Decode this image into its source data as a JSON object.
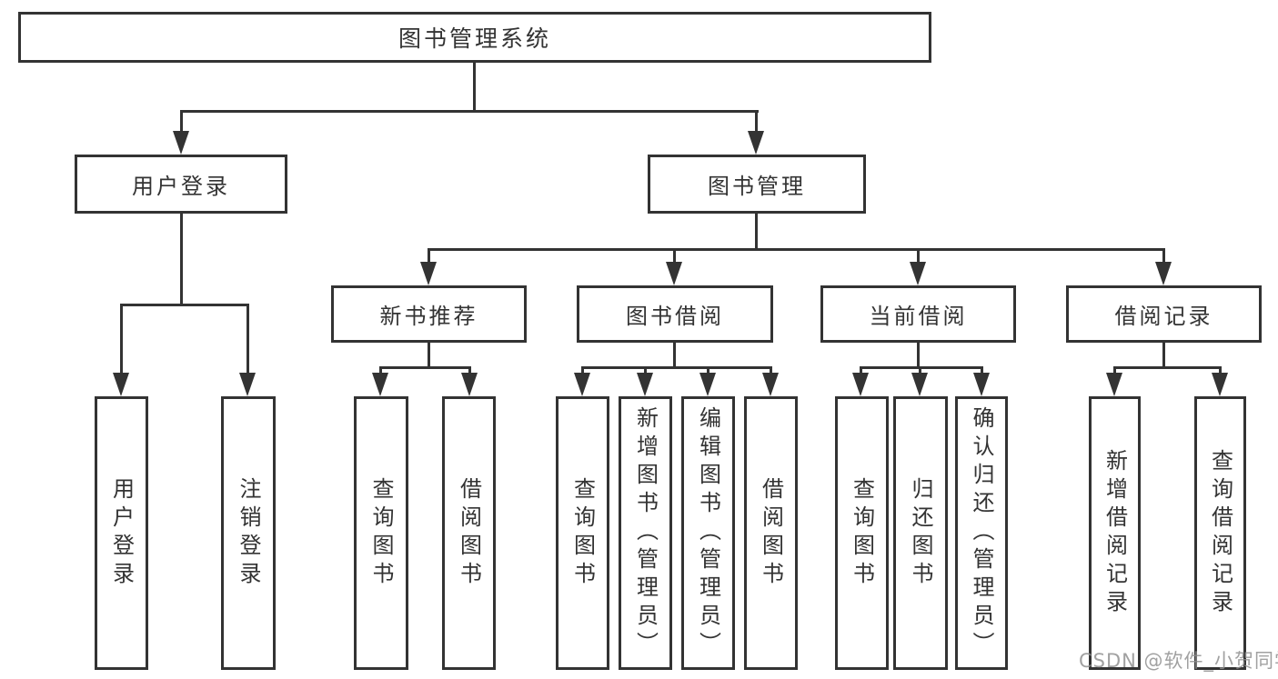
{
  "diagram": {
    "title": "图书管理系统",
    "root": {
      "label": "图书管理系统"
    },
    "level2": [
      {
        "label": "用户登录"
      },
      {
        "label": "图书管理"
      }
    ],
    "level3": [
      {
        "label": "新书推荐"
      },
      {
        "label": "图书借阅"
      },
      {
        "label": "当前借阅"
      },
      {
        "label": "借阅记录"
      }
    ],
    "leaves": {
      "user_login": [
        {
          "label": "用户登录"
        },
        {
          "label": "注销登录"
        }
      ],
      "new_book": [
        {
          "label": "查询图书"
        },
        {
          "label": "借阅图书"
        }
      ],
      "book_borrow": [
        {
          "label": "查询图书"
        },
        {
          "label": "新增图书（管理员）"
        },
        {
          "label": "编辑图书（管理员）"
        },
        {
          "label": "借阅图书"
        }
      ],
      "current_borrow": [
        {
          "label": "查询图书"
        },
        {
          "label": "归还图书"
        },
        {
          "label": "确认归还（管理员）"
        }
      ],
      "borrow_records": [
        {
          "label": "新增借阅记录"
        },
        {
          "label": "查询借阅记录"
        }
      ]
    }
  },
  "watermark": {
    "text": "CSDN @软件_小贺同学"
  },
  "colors": {
    "line": "#333333",
    "text": "#333333",
    "background": "#ffffff",
    "watermark": "#919191"
  }
}
